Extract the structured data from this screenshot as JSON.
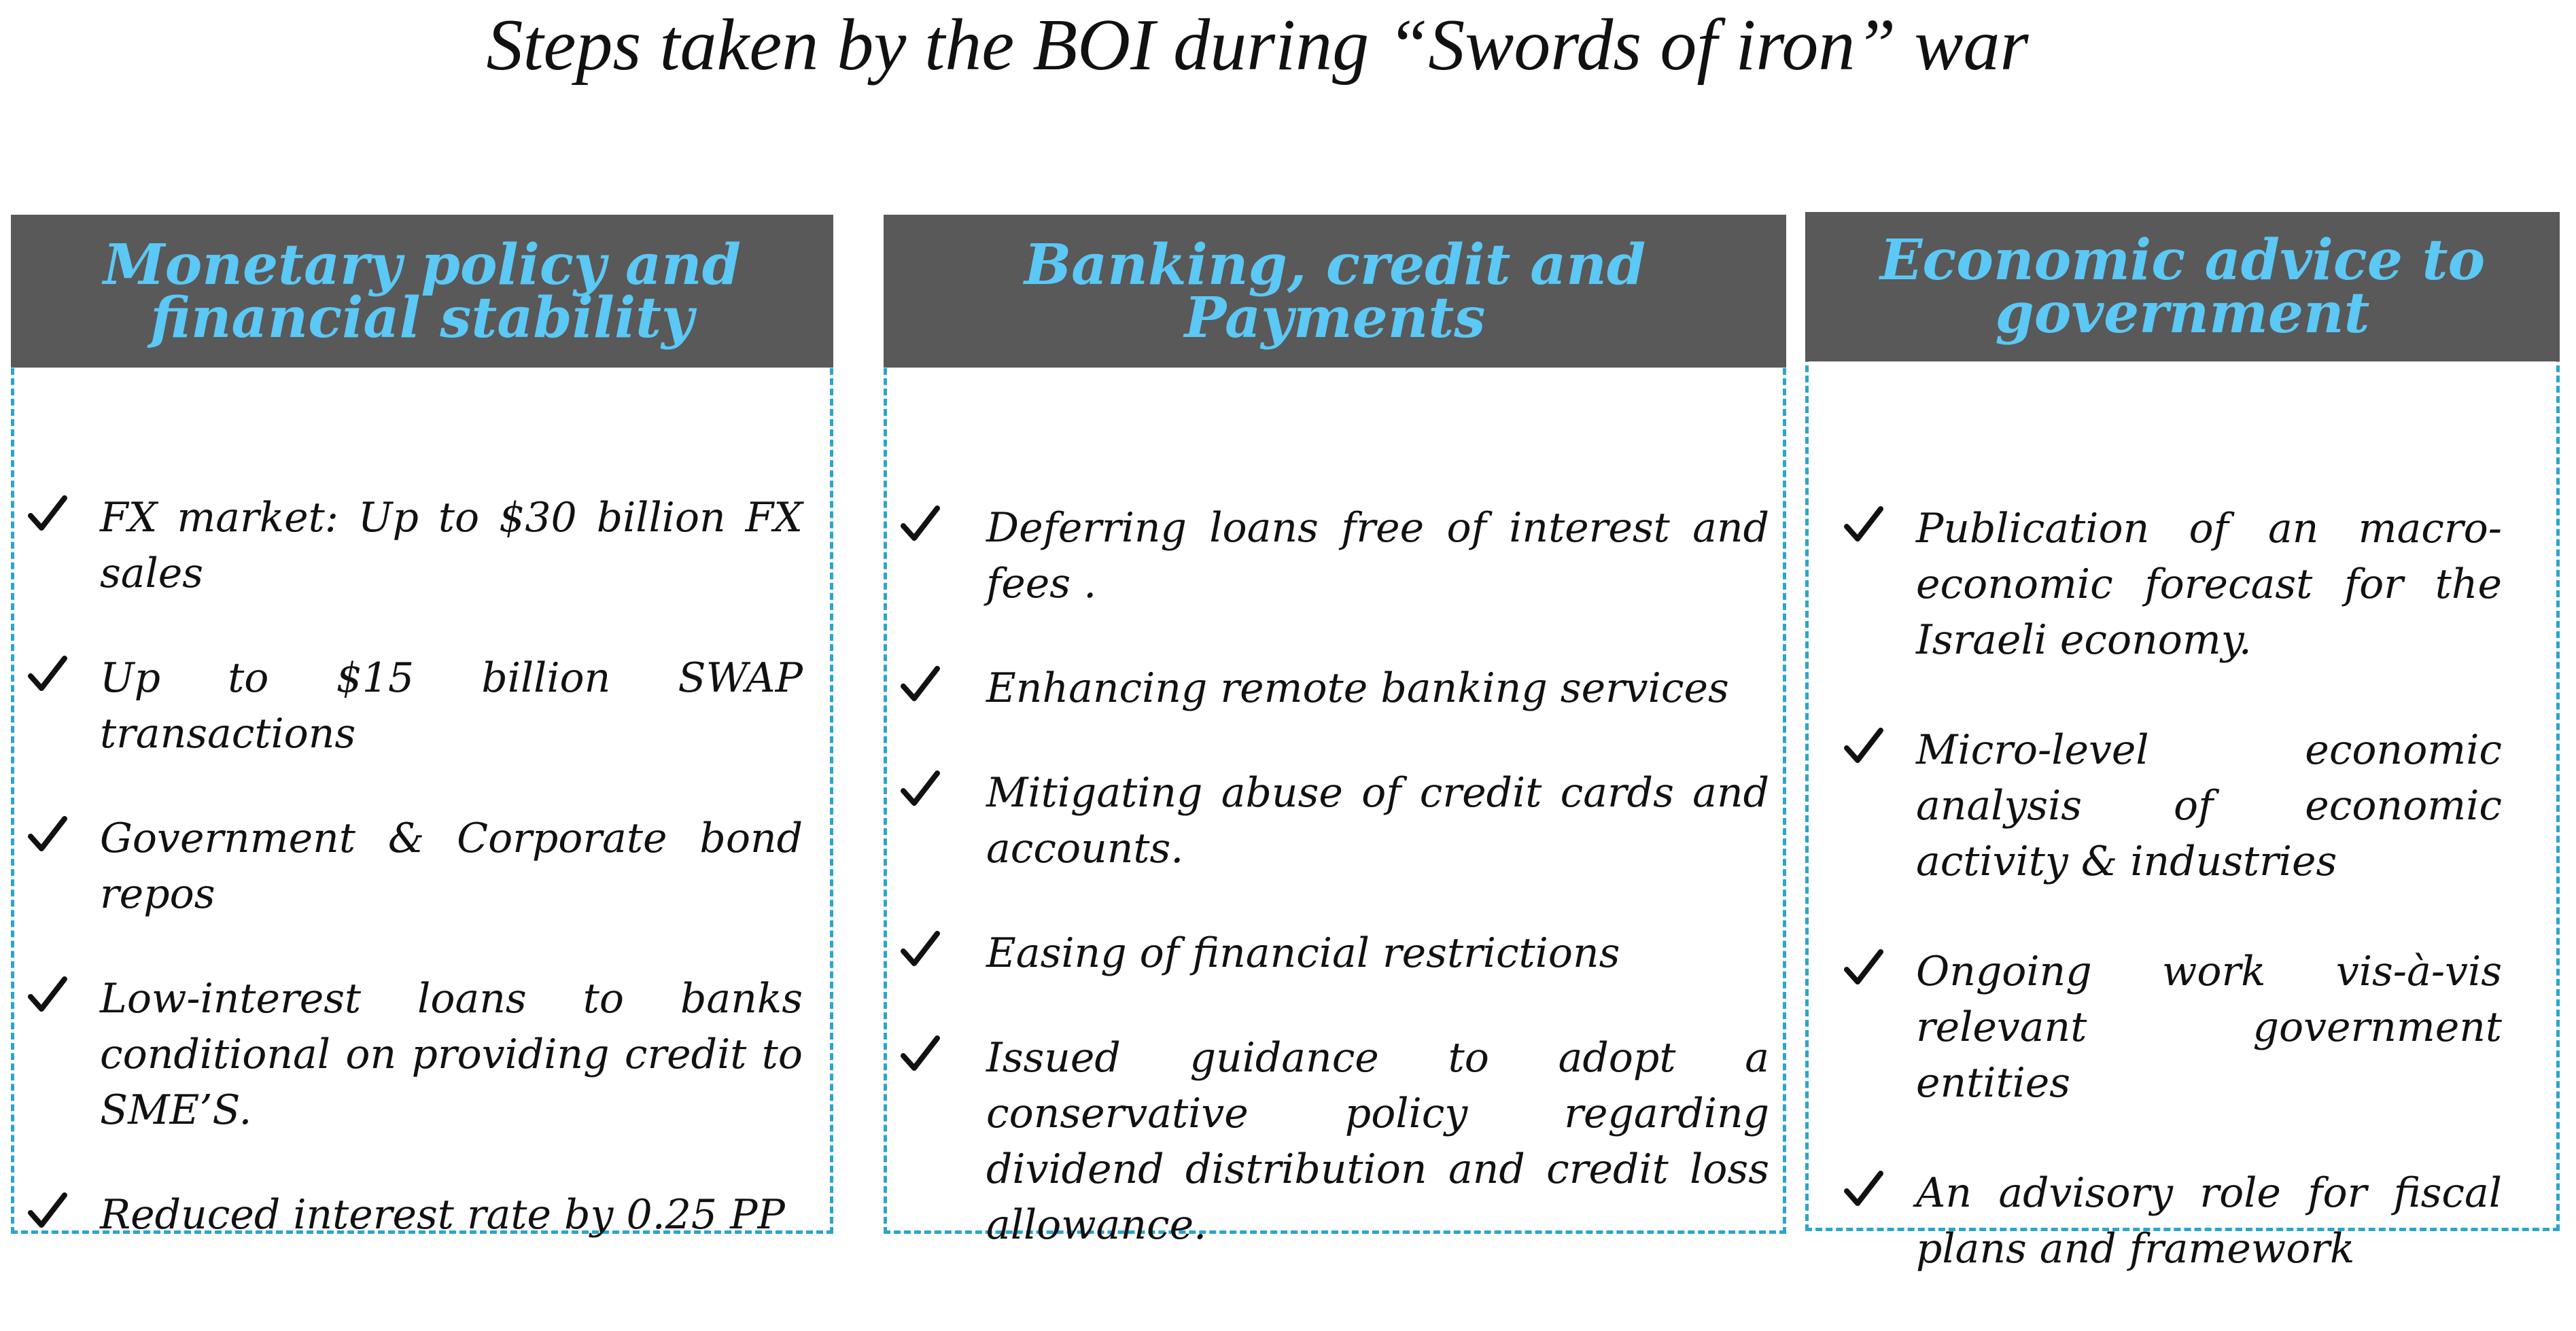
{
  "title": "Steps taken by the BOI during “Swords of iron” war",
  "colors": {
    "header_bg": "#595959",
    "header_text": "#5bc8f5",
    "border": "#2aa5cf",
    "text": "#111111"
  },
  "bullet_icon": "checkmark-icon",
  "panels": [
    {
      "heading": "Monetary policy and\nfinancial stability",
      "items": [
        "FX market: Up to $30 billion FX sales",
        "Up to $15 billion SWAP transactions",
        "Government  & Corporate bond repos",
        "Low-interest loans to banks conditional on providing credit to SME’S.",
        "Reduced interest rate by 0.25 PP"
      ]
    },
    {
      "heading": "Banking, credit and\nPayments",
      "items": [
        "Deferring loans free of interest and fees .",
        "Enhancing remote banking services",
        "Mitigating abuse of credit cards and accounts.",
        "Easing of financial restrictions",
        "Issued guidance to adopt a conservative policy regarding dividend distribution and credit loss allowance."
      ]
    },
    {
      "heading": "Economic advice to\ngovernment",
      "items": [
        "Publication of an macro-economic forecast for the Israeli economy.",
        "Micro-level economic analysis of economic activity & industries",
        "Ongoing work vis-à-vis relevant government entities",
        "An advisory role for fiscal plans and framework"
      ]
    }
  ]
}
